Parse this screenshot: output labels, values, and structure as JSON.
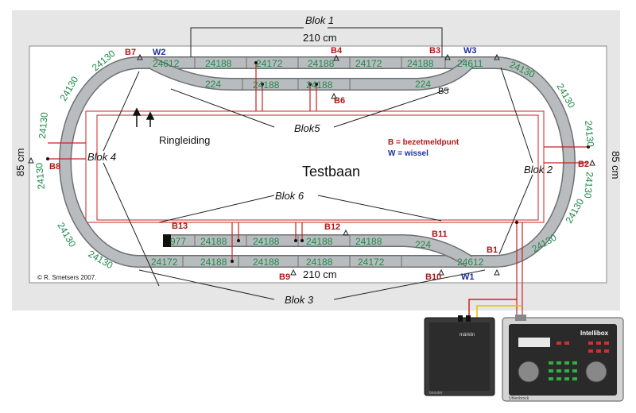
{
  "diagram": {
    "title": "Testbaan",
    "dim_top": "210 cm",
    "dim_bottom": "210 cm",
    "dim_left": "85 cm",
    "dim_right": "85 cm",
    "legend_b": "B = bezetmeldpunt",
    "legend_w": "W = wissel",
    "ringleiding": "Ringleiding",
    "copyright": "© R. Smetsers 2007.",
    "colors": {
      "track": "#b9bcbf",
      "track_border": "#6d7073",
      "wire": "#cc2020",
      "track_text": "#1e8a4a",
      "b_label": "#b01818",
      "w_label": "#1b2fa0",
      "panel_bg": "#e6e6e6"
    }
  },
  "blocks": {
    "blok1": "Blok 1",
    "blok2": "Blok 2",
    "blok3": "Blok 3",
    "blok4": "Blok 4",
    "blok5": "Blok5",
    "blok6": "Blok 6"
  },
  "b_labels": {
    "b1": "B1",
    "b2": "B2",
    "b3": "B3",
    "b4": "B4",
    "b5": "B5",
    "b6": "B6",
    "b7": "B7",
    "b8": "B8",
    "b9": "B9",
    "b10": "B10",
    "b11": "B11",
    "b12": "B12",
    "b13": "B13"
  },
  "w_labels": {
    "w1": "W1",
    "w2": "W2",
    "w3": "W3"
  },
  "tracks": {
    "top_outer": [
      "24612",
      "24188",
      "24172",
      "24188",
      "24172",
      "24188",
      "24611"
    ],
    "top_inner": [
      "224",
      "24188",
      "24188",
      "224"
    ],
    "bottom_inner": [
      "977",
      "24188",
      "24188",
      "24188",
      "24188",
      "224"
    ],
    "bottom_outer": [
      "24172",
      "24188",
      "24188",
      "24188",
      "24172",
      "24612"
    ],
    "left_curve": [
      "24130",
      "24130",
      "24130",
      "24130",
      "24130",
      "24130"
    ],
    "right_curve": [
      "24130",
      "24130",
      "24130",
      "24130",
      "24130",
      "24130"
    ]
  },
  "devices": {
    "booster_brand": "märklin",
    "booster_label": "booster",
    "intellibox_label": "Intellibox",
    "intellibox_brand": "Uhlenbrock"
  }
}
